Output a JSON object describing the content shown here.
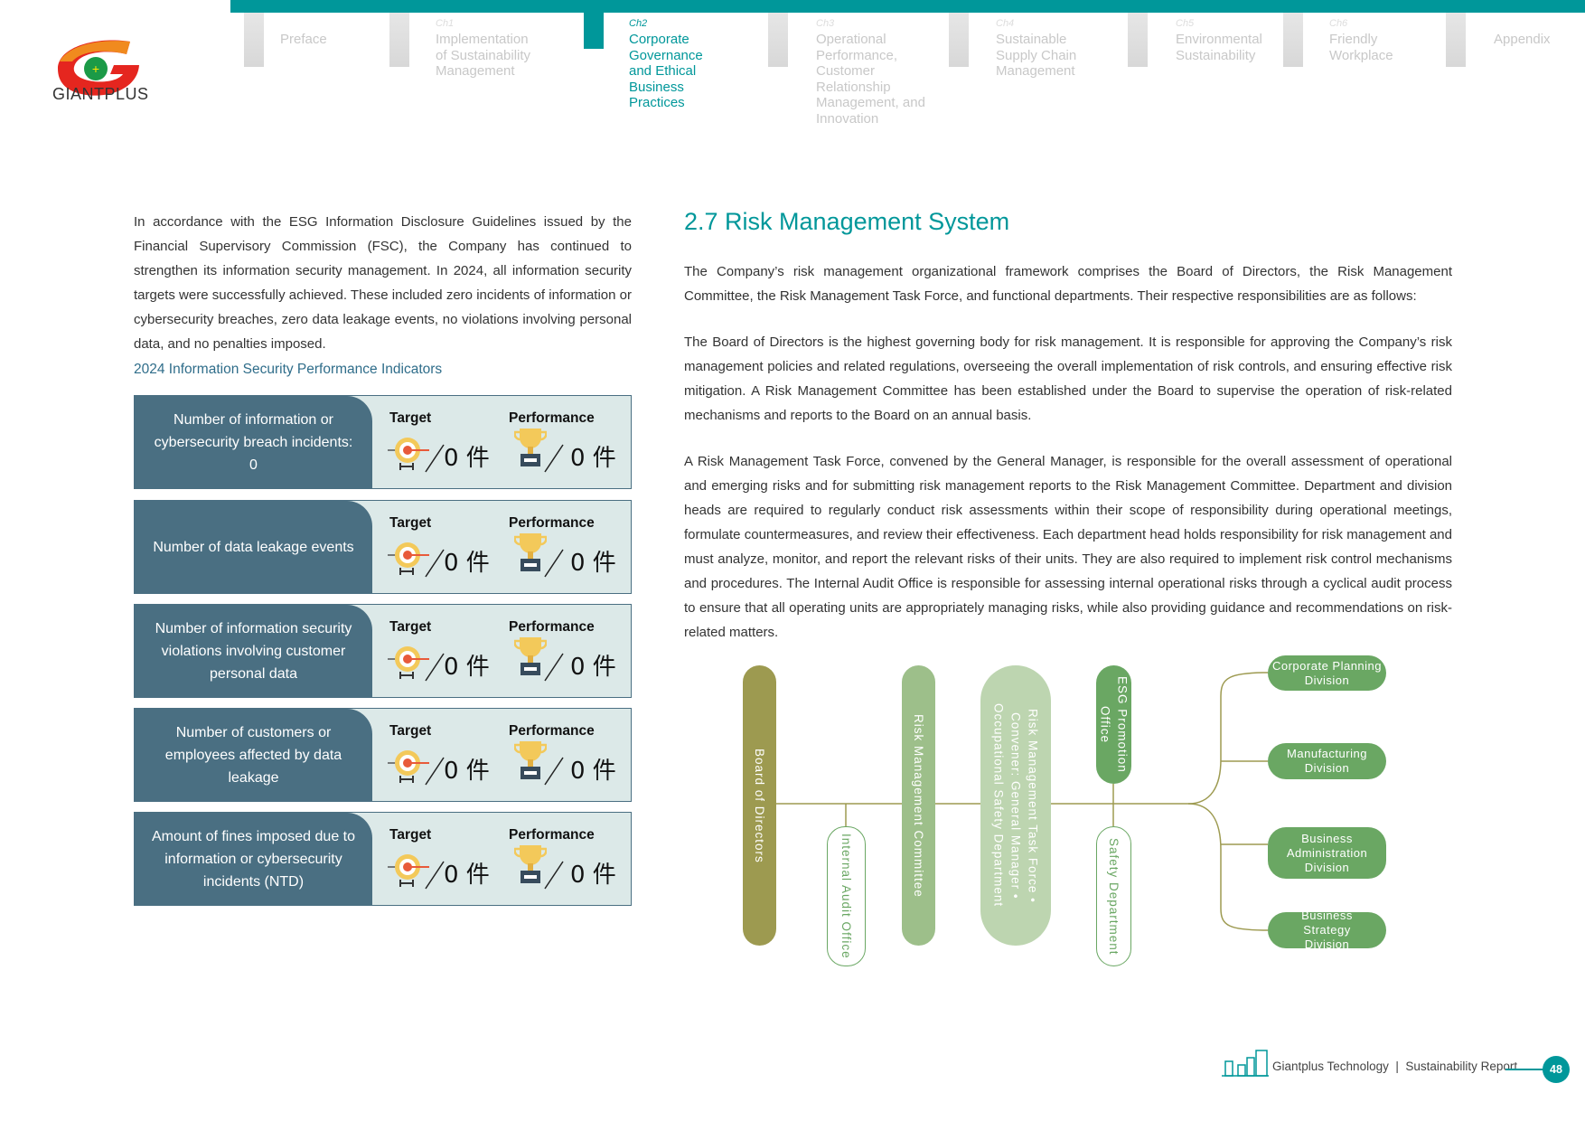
{
  "brand": {
    "logo_text": "GIANTPLUS",
    "colors": {
      "teal": "#00979a",
      "slate": "#4a6f82",
      "olive": "#9d9a50",
      "green": "#6aa763"
    }
  },
  "nav": [
    {
      "ch": "",
      "label": "Preface",
      "active": false
    },
    {
      "ch": "Ch1",
      "label": "Implementation of Sustainability Management",
      "active": false
    },
    {
      "ch": "Ch2",
      "label": "Corporate Governance and Ethical Business Practices",
      "active": true
    },
    {
      "ch": "Ch3",
      "label": "Operational Performance, Customer Relationship Management, and Innovation",
      "active": false
    },
    {
      "ch": "Ch4",
      "label": "Sustainable Supply Chain Management",
      "active": false
    },
    {
      "ch": "Ch5",
      "label": "Environmental Sustainability",
      "active": false
    },
    {
      "ch": "Ch6",
      "label": "Friendly Workplace",
      "active": false
    },
    {
      "ch": "",
      "label": "Appendix",
      "active": false
    }
  ],
  "left": {
    "intro": "In accordance with the ESG Information Disclosure Guidelines issued by the Financial Supervisory Commission (FSC), the Company has continued to strengthen its information security management. In 2024, all information security targets were successfully achieved. These included zero incidents of information or cybersecurity breaches, zero data leakage events, no violations involving personal data, and no penalties imposed.",
    "subheading": "2024 Information Security Performance Indicators",
    "target_label": "Target",
    "performance_label": "Performance",
    "kpis": [
      {
        "label": "Number of information or cybersecurity breach incidents: 0",
        "target": "0 件",
        "performance": "0 件"
      },
      {
        "label": "Number of data leakage events",
        "target": "0 件",
        "performance": "0 件"
      },
      {
        "label": "Number of information security violations involving customer personal data",
        "target": "0 件",
        "performance": "0 件"
      },
      {
        "label": "Number of customers or employees affected by data leakage",
        "target": "0 件",
        "performance": "0 件"
      },
      {
        "label": "Amount of fines imposed due to information or cybersecurity incidents (NTD)",
        "target": "0 件",
        "performance": "0 件"
      }
    ]
  },
  "right": {
    "heading": "2.7 Risk Management System",
    "p1": "The Company’s risk management organizational framework comprises the Board of Directors, the Risk Management Committee, the Risk Management Task Force, and functional departments. Their respective responsibilities are as follows:",
    "p2": "The Board of Directors is the highest governing body for risk management. It is responsible for approving the Company’s risk management policies and related regulations, overseeing the overall implementation of risk controls, and ensuring effective risk mitigation. A Risk Management Committee has been established under the Board to supervise the operation of risk-related mechanisms and reports to the Board on an annual basis.",
    "p3": "A Risk Management Task Force, convened by the General Manager, is responsible for the overall assessment of operational and emerging risks and for submitting risk management reports to the Risk Management Committee. Department and division heads are required to regularly conduct risk assessments within their scope of responsibility during operational meetings, formulate countermeasures, and review their effectiveness. Each department head holds responsibility for risk management and must analyze, monitor, and report the relevant risks of their units. They are also required to implement risk control mechanisms and procedures. The Internal Audit Office is responsible for assessing internal operational risks through a cyclical audit process to ensure that all operating units are appropriately managing risks, while also providing guidance and recommendations on risk-related matters."
  },
  "diagram": {
    "board": "Board of Directors",
    "audit": "Internal Audit Office",
    "committee": "Risk Management Committee",
    "task_force": "Risk Management Task Force • Convener: General Manager • Occupational Safety Department",
    "esg": "ESG Promotion Office",
    "safety": "Safety Department",
    "divisions": [
      "Corporate Planning Division",
      "Manufacturing Division",
      "Business Administration Division",
      "Business Strategy Division"
    ]
  },
  "footer": {
    "text": "Giantplus Technology  |  Sustainability Report",
    "page": "48"
  }
}
